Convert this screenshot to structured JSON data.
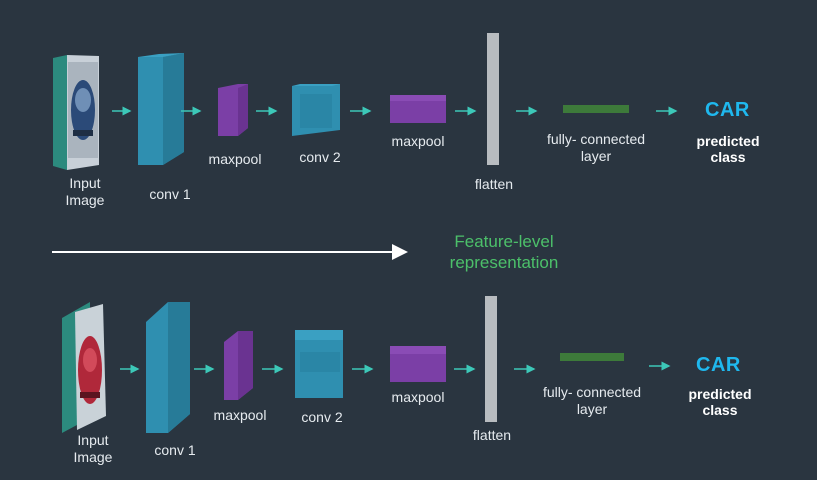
{
  "colors": {
    "background": "#2a3540",
    "label_text": "#e6ebef",
    "car_text": "#1fb8ee",
    "feature_text": "#4cc06a",
    "arrow": "#3cc8b8",
    "conv": "#2f8fb0",
    "pool": "#7b3fa6",
    "flatten": "#b8bcc0",
    "fc": "#3d7a3a"
  },
  "rows": [
    {
      "input_label": "Input\nImage",
      "conv1_label": "conv 1",
      "maxpool1_label": "maxpool",
      "conv2_label": "conv 2",
      "maxpool2_label": "maxpool",
      "flatten_label": "flatten",
      "fc_label": "fully- connected\nlayer",
      "output_label": "CAR",
      "predicted_label": "predicted\nclass"
    },
    {
      "input_label": "Input\nImage",
      "conv1_label": "conv 1",
      "maxpool1_label": "maxpool",
      "conv2_label": "conv 2",
      "maxpool2_label": "maxpool",
      "flatten_label": "flatten",
      "fc_label": "fully- connected\nlayer",
      "output_label": "CAR",
      "predicted_label": "predicted\nclass"
    }
  ],
  "feature_caption": "Feature-level\nrepresentation",
  "icons": {
    "input_image_top": "car-photo-icon",
    "input_image_bottom": "red-car-photo-icon",
    "layer_arrow": "arrow-right-icon"
  }
}
